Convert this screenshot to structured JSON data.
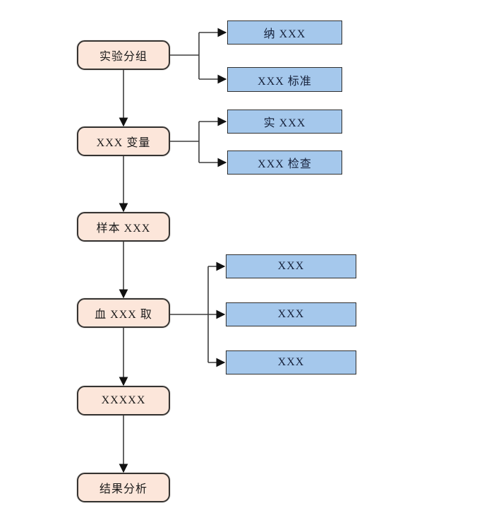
{
  "diagram": {
    "type": "flowchart",
    "colors": {
      "background": "#ffffff",
      "main_node_fill": "#fce6da",
      "main_node_border": "#353331",
      "branch_node_fill": "#a5c8ec",
      "branch_node_border": "#2f2f2f",
      "connector": "#3d3d3d",
      "arrowhead": "#111111",
      "text": "#1a1a1a",
      "branch_text": "#16213a"
    },
    "main_flow": [
      {
        "label": "实验分组"
      },
      {
        "label": "XXX 变量"
      },
      {
        "label": "样本 XXX"
      },
      {
        "label": "血 XXX 取"
      },
      {
        "label": "XXXXX"
      },
      {
        "label": "结果分析"
      }
    ],
    "branches": [
      {
        "from": "实验分组",
        "items": [
          {
            "label": "纳 XXX"
          },
          {
            "label": "XXX 标准"
          }
        ]
      },
      {
        "from": "XXX 变量",
        "items": [
          {
            "label": "实 XXX"
          },
          {
            "label": "XXX 检查"
          }
        ]
      },
      {
        "from": "血 XXX 取",
        "items": [
          {
            "label": "XXX"
          },
          {
            "label": "XXX"
          },
          {
            "label": "XXX"
          }
        ]
      }
    ]
  }
}
